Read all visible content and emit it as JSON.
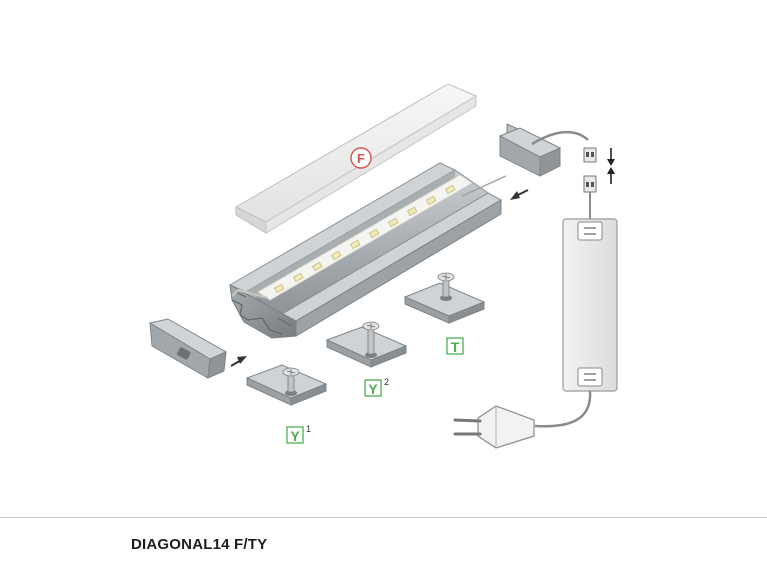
{
  "product": {
    "name": "DIAGONAL14 F/TY"
  },
  "labels": {
    "cover": "F",
    "clip_t": "T",
    "clip_y1": "Y",
    "clip_y1_index": "1",
    "clip_y2": "Y",
    "clip_y2_index": "2"
  },
  "colors": {
    "cover_badge": "#d9534f",
    "clip_badge": "#4caf50",
    "aluminium": "#9aa0a4",
    "text": "#1e1e1e"
  }
}
